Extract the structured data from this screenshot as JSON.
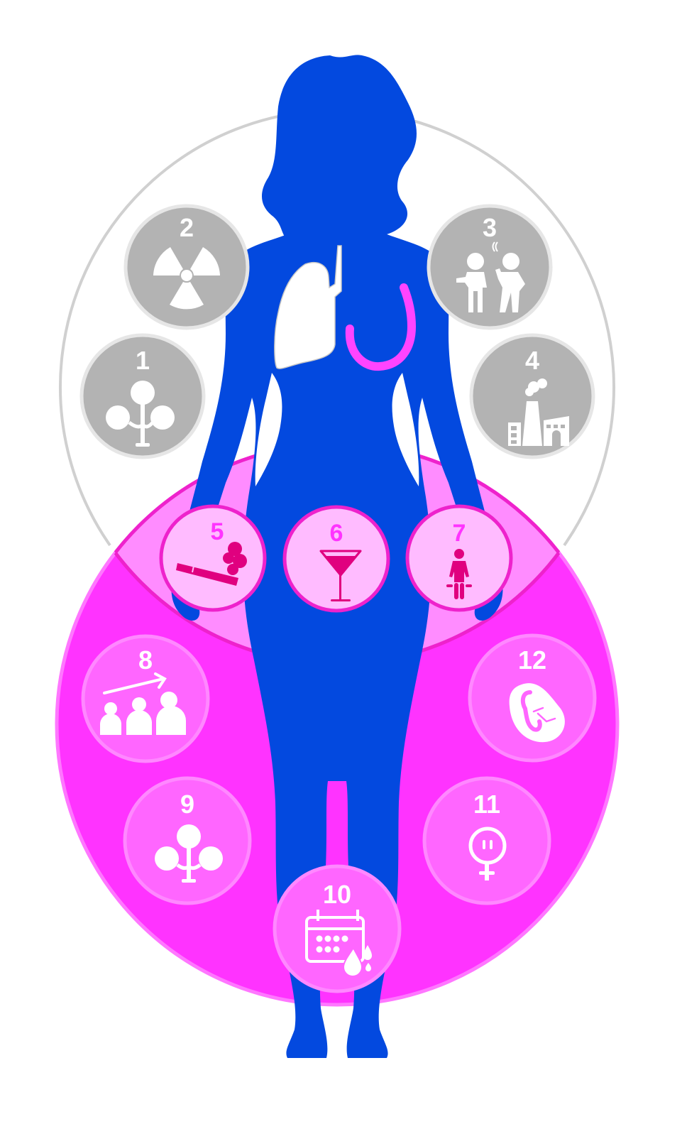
{
  "title": "Female body risk factor infographic",
  "colors": {
    "background": "#ffffff",
    "body": "#0349df",
    "gray_ring": "#d0d0d0",
    "gray_badge_fill": "#b3b3b3",
    "gray_badge_border": "#e6e6e6",
    "magenta_circle": "#ff33ff",
    "overlap_fill": "#ff8cff",
    "overlap_border": "#ee22cc",
    "magenta_badge_fill": "#ff66ff",
    "magenta_badge_border": "#ff88ff",
    "pink_badge_fill": "#ffbbff",
    "pink_badge_border": "#ee22cc",
    "pink_badge_number": "#ff33ff",
    "pink_badge_icon": "#e0007f",
    "icon_white": "#ffffff",
    "lung": "#ffffff",
    "breast_outline": "#ff44ff"
  },
  "groups": [
    {
      "name": "gray-circle-factors",
      "badges": [
        "1",
        "2",
        "3",
        "4"
      ]
    },
    {
      "name": "overlap-factors",
      "badges": [
        "5",
        "6",
        "7"
      ]
    },
    {
      "name": "magenta-circle-factors",
      "badges": [
        "8",
        "9",
        "10",
        "11",
        "12"
      ]
    }
  ],
  "badges": {
    "b1": {
      "number": "1",
      "icon": "family-tree-icon"
    },
    "b2": {
      "number": "2",
      "icon": "radiation-icon"
    },
    "b3": {
      "number": "3",
      "icon": "secondhand-smoke-icon"
    },
    "b4": {
      "number": "4",
      "icon": "factory-pollution-icon"
    },
    "b5": {
      "number": "5",
      "icon": "cigarette-icon"
    },
    "b6": {
      "number": "6",
      "icon": "cocktail-glass-icon"
    },
    "b7": {
      "number": "7",
      "icon": "body-weight-icon"
    },
    "b8": {
      "number": "8",
      "icon": "age-growth-icon"
    },
    "b9": {
      "number": "9",
      "icon": "family-tree-icon"
    },
    "b10": {
      "number": "10",
      "icon": "menstrual-calendar-icon"
    },
    "b11": {
      "number": "11",
      "icon": "female-hormone-icon"
    },
    "b12": {
      "number": "12",
      "icon": "fetus-pregnancy-icon"
    }
  },
  "organs": {
    "lung": "right-lung-icon",
    "breast": "breast-outline-icon"
  }
}
